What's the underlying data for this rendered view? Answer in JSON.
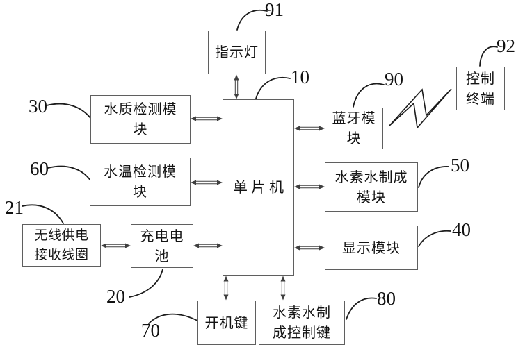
{
  "figure": {
    "type": "block-diagram",
    "description_language": "zh",
    "colors": {
      "background": "#ffffff",
      "box_border": "#5f5f5f",
      "text": "#141414",
      "connector": "#3f3f3f"
    },
    "nodes": {
      "indicator_light": {
        "label": "指示灯",
        "ref": "91"
      },
      "mcu": {
        "label": "单片机",
        "ref": "10"
      },
      "water_quality": {
        "label": "水质检测模\n块",
        "ref": "30"
      },
      "water_temp": {
        "label": "水温检测模\n块",
        "ref": "60"
      },
      "wireless_coil": {
        "label": "无线供电\n接收线圈",
        "ref": "21"
      },
      "battery": {
        "label": "充电电\n池",
        "ref": "20"
      },
      "bluetooth": {
        "label": "蓝牙模\n块",
        "ref": "90"
      },
      "control_terminal": {
        "label": "控制\n终端",
        "ref": "92"
      },
      "hydrogen_module": {
        "label": "水素水制成\n模块",
        "ref": "50"
      },
      "display_module": {
        "label": "显示模块",
        "ref": "40"
      },
      "power_key": {
        "label": "开机键",
        "ref": "70"
      },
      "hydrogen_key": {
        "label": "水素水制\n成控制键",
        "ref": "80"
      }
    },
    "edges": [
      {
        "from": "indicator_light",
        "to": "mcu",
        "style": "double-arrow"
      },
      {
        "from": "water_quality",
        "to": "mcu",
        "style": "double-arrow"
      },
      {
        "from": "water_temp",
        "to": "mcu",
        "style": "double-arrow"
      },
      {
        "from": "wireless_coil",
        "to": "battery",
        "style": "double-arrow"
      },
      {
        "from": "battery",
        "to": "mcu",
        "style": "double-arrow"
      },
      {
        "from": "mcu",
        "to": "bluetooth",
        "style": "double-arrow"
      },
      {
        "from": "mcu",
        "to": "hydrogen_module",
        "style": "double-arrow"
      },
      {
        "from": "mcu",
        "to": "display_module",
        "style": "double-arrow"
      },
      {
        "from": "mcu",
        "to": "power_key",
        "style": "double-arrow"
      },
      {
        "from": "mcu",
        "to": "hydrogen_key",
        "style": "double-arrow"
      },
      {
        "from": "bluetooth",
        "to": "control_terminal",
        "style": "wireless-lightning"
      }
    ]
  }
}
